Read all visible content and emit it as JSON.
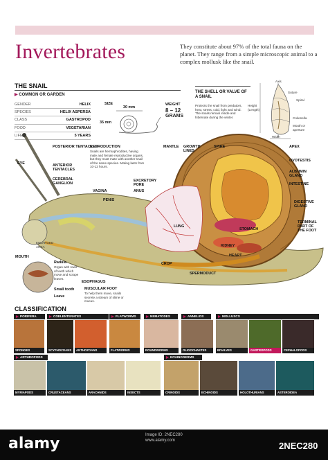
{
  "header": {
    "title": "Invertebrates",
    "intro": "They constitute about 97% of the total fauna on the planet. They range from a simple microscopic animal to a complex mollusk like the snail."
  },
  "snail": {
    "section_title": "THE SNAIL",
    "common_title": "COMMON OR GARDEN",
    "facts": [
      {
        "k": "GENDER",
        "v": "HELIX"
      },
      {
        "k": "SPECIES",
        "v": "HELIX ASPERSA"
      },
      {
        "k": "CLASS",
        "v": "GASTROPOD"
      },
      {
        "k": "FOOD",
        "v": "VEGETARIAN"
      },
      {
        "k": "LIFE",
        "v": "5 YEARS"
      }
    ],
    "size_label": "SIZE",
    "size_w": "30 mm",
    "size_h": "35 mm",
    "weight_label": "WEIGHT",
    "weight_value": "8 – 12",
    "weight_unit": "GRAMS"
  },
  "shell": {
    "title": "THE SHELL OR VALVE OF A SNAIL",
    "text": "Protects the snail from predators, heat, stress, cold, light and wind. The snails remain inside and hibernate during the winter.",
    "axis": "Axis",
    "suture": "Suture",
    "spiral": "Spiral",
    "height": "Height (Length)",
    "columella": "Columella",
    "mouth": "Mouth or aperture",
    "width": "Width"
  },
  "labels": {
    "posterior_tentacles": "POSTERIOR TENTACLES",
    "eye": "EYE",
    "anterior_tentacles": "ANTERIOR TENTACLES",
    "cerebral_ganglion": "CEREBRAL GANGLION",
    "enlarged_area": "ENLARGED AREA",
    "mouth": "MOUTH",
    "radula": "Radula",
    "radula_text": "Organ with rows of teeth which move and scrape leaves.",
    "small_tooth": "Small tooth",
    "leave": "Leave",
    "reproduction": "REPRODUCTION",
    "reproduction_text": "Snails are hermaphrodites, having male and female reproductive organs, but they must mate with another snail of the same species. Mating lasts from 10-12 hours.",
    "vagina": "VAGINA",
    "penis": "PENIS",
    "esophagus": "ESOPHAGUS",
    "muscular_foot": "MUSCULAR FOOT",
    "muscular_foot_text": "To help them move, snails secrete a stream of slime or mucus.",
    "mantle": "MANTLE",
    "growth_lines": "GROWTH LINES",
    "excretory_pore": "EXCRETORY PORE",
    "anus": "ANUS",
    "lung": "LUNG",
    "crop": "CROP",
    "spermoduct": "SPERMODUCT",
    "spire": "SPIRE",
    "apex": "APEX",
    "ovotestis": "OVOTESTIS",
    "albumin_gland": "ALBUMIN GLAND",
    "intestine": "INTESTINE",
    "digestive_gland": "DIGESTIVE GLAND",
    "terminal_part": "TERMINAL PART OF THE FOOT",
    "stomach": "STOMACH",
    "kidney": "KIDNEY",
    "heart": "HEART"
  },
  "classification": {
    "title": "CLASSIFICATION",
    "groups1": [
      "PORIFERA",
      "COELENTERATES",
      "FLATWORMS",
      "NEMATODES",
      "ANNELIDS",
      "MOLLUSCS"
    ],
    "tiles1": [
      "SPONGES",
      "SCYPHOZOANS",
      "ANTHOZOANS",
      "FLATWORMS",
      "ROUNDWORMS",
      "OLIGOCHAETES",
      "BIVALVES",
      "GASTROPODS",
      "CEPHALOPODS"
    ],
    "groups2": [
      "ARTHROPODS",
      "ECHINODERMS"
    ],
    "tiles2": [
      "MYRIAPODS",
      "CRUSTACEANS",
      "ARACHNIDS",
      "INSECTS",
      "CRINOIDS",
      "ECHINOIDS",
      "HOLOTHURIANS",
      "ASTEROIDEA"
    ]
  },
  "footer": {
    "brand": "alamy",
    "ref": "Image ID: 2NEC280\nwww.alamy.com",
    "code": "2NEC280"
  },
  "colors": {
    "accent": "#a3195b",
    "band": "#efd3d9",
    "footer": "#0a0a0a"
  }
}
